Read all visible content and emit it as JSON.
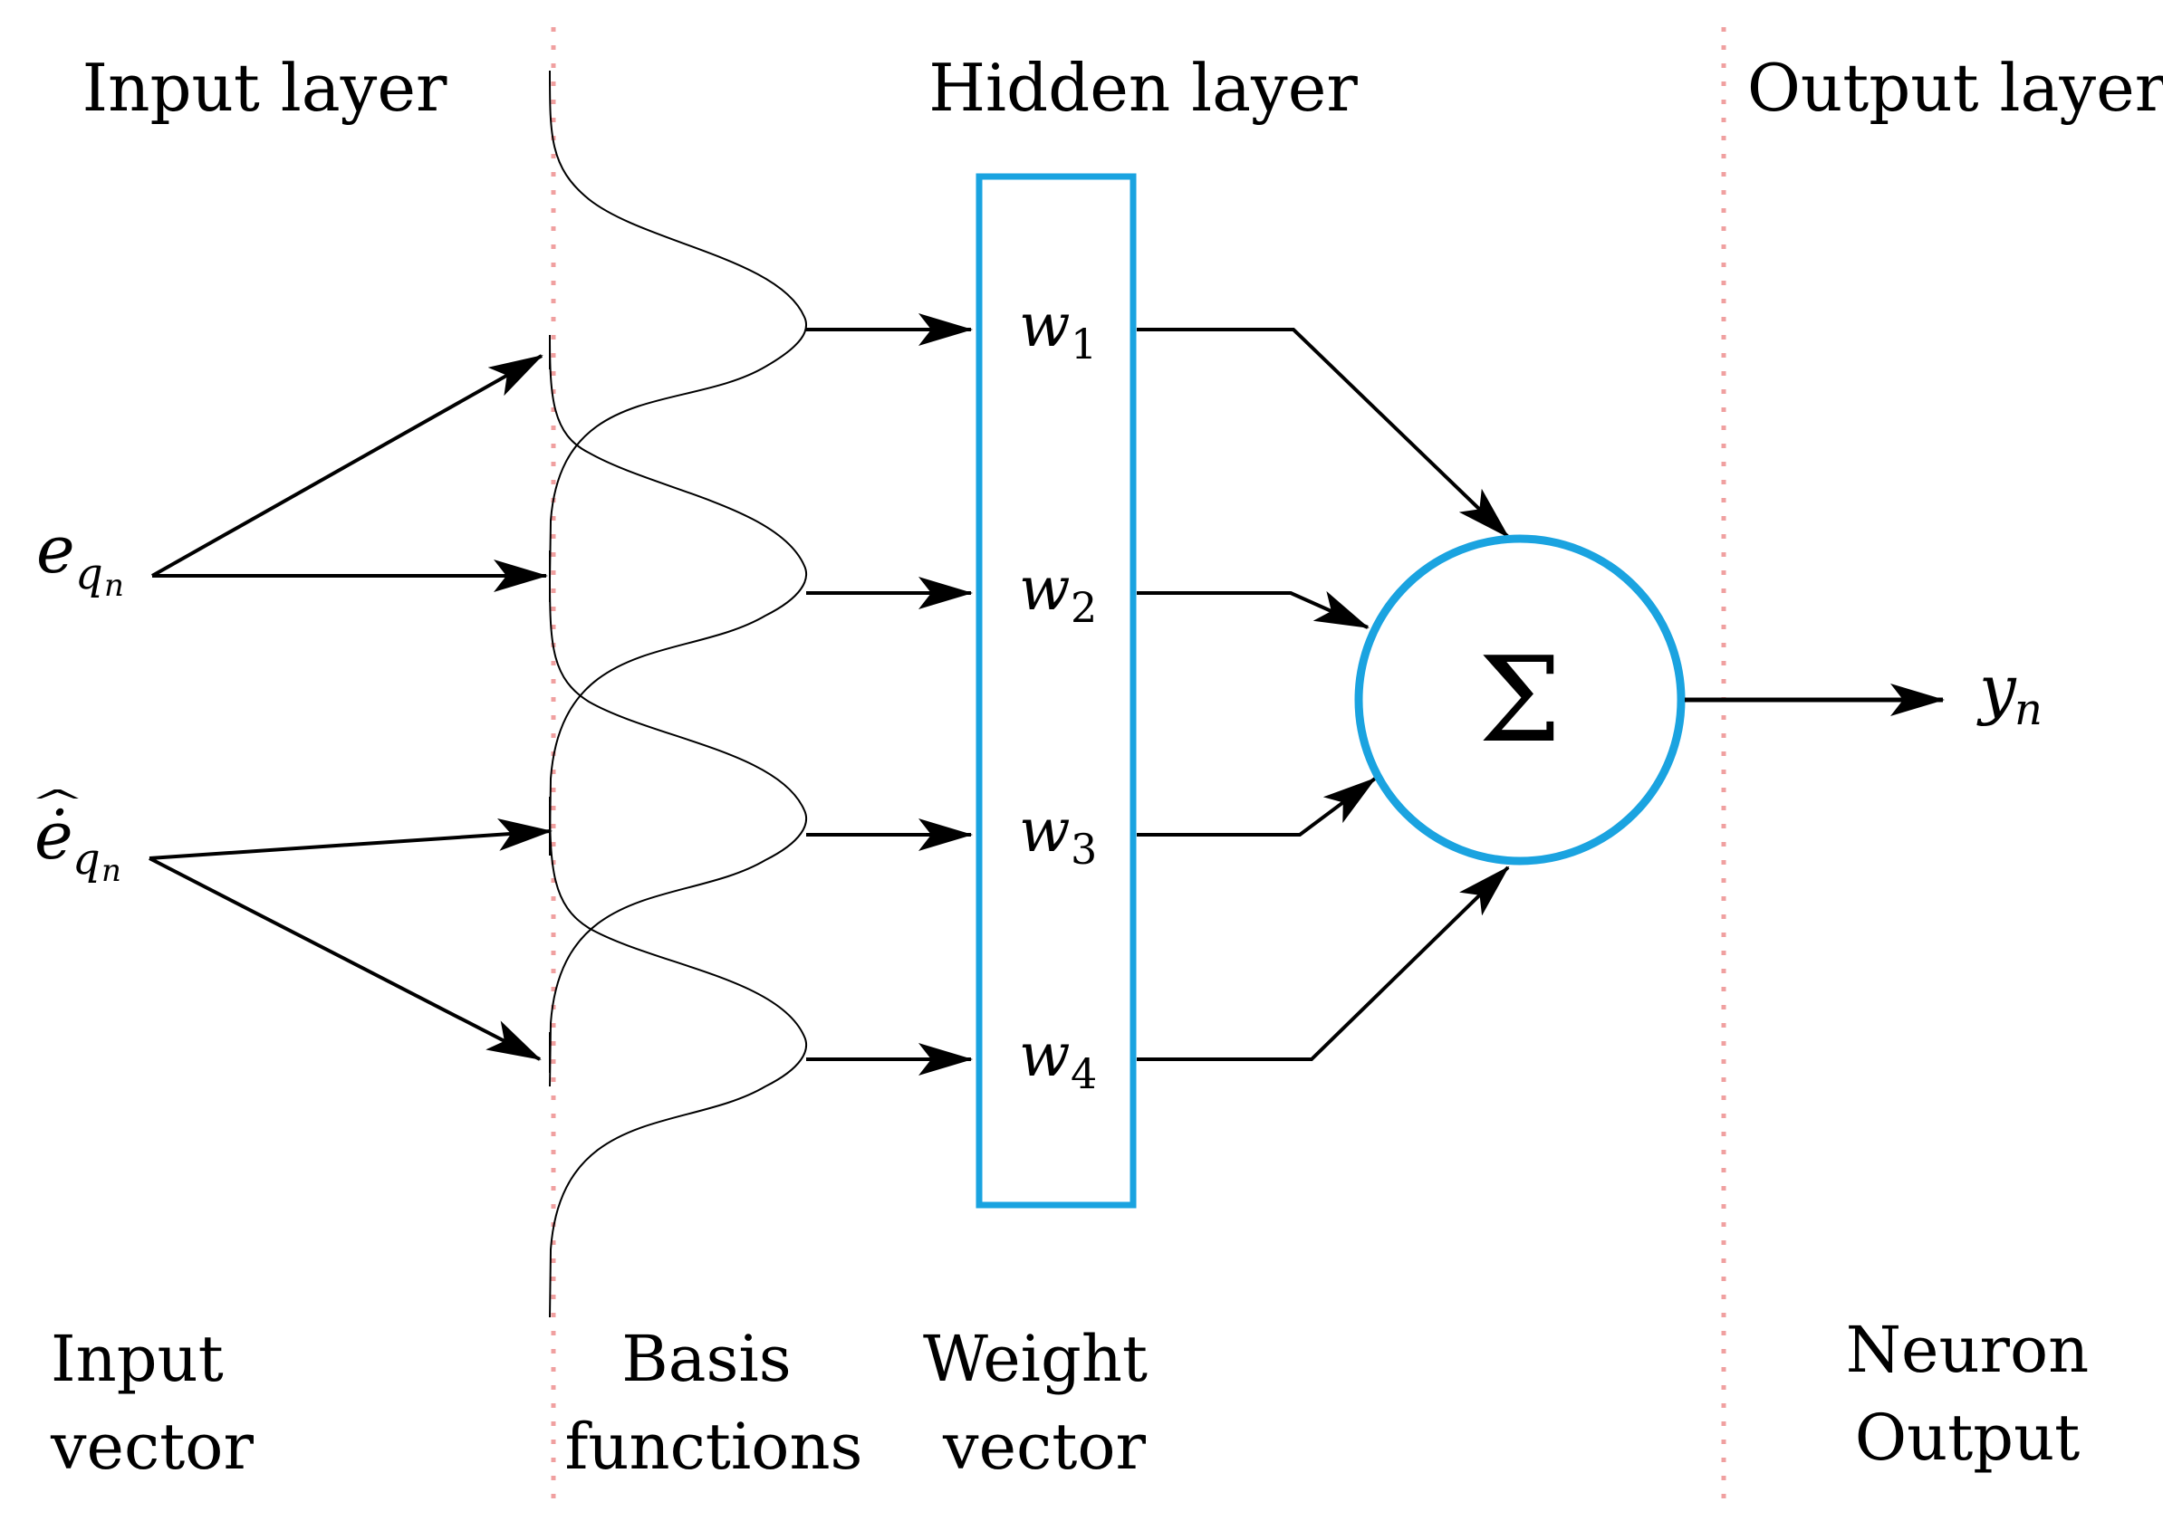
{
  "headings": {
    "input_layer": "Input layer",
    "hidden_layer": "Hidden layer",
    "output_layer": "Output layer"
  },
  "bottom_labels": {
    "input_vector_1": "Input",
    "input_vector_2": "vector",
    "basis_1": "Basis",
    "basis_2": "functions",
    "weight_1": "Weight",
    "weight_2": "vector",
    "neuron_1": "Neuron",
    "neuron_2": "Output"
  },
  "inputs": {
    "e_base": "e",
    "e_sub": "q",
    "e_subsub": "n",
    "edot_base": "ė",
    "edot_hat": "^",
    "edot_sub": "q",
    "edot_subsub": "n"
  },
  "weights": [
    {
      "base": "w",
      "sub": "1"
    },
    {
      "base": "w",
      "sub": "2"
    },
    {
      "base": "w",
      "sub": "3"
    },
    {
      "base": "w",
      "sub": "4"
    }
  ],
  "sum_symbol": "Σ",
  "output": {
    "base": "y",
    "sub": "n"
  },
  "colors": {
    "accent_blue": "#1aa3e0",
    "divider_pink": "#f0a0a0",
    "ink": "#000000"
  }
}
